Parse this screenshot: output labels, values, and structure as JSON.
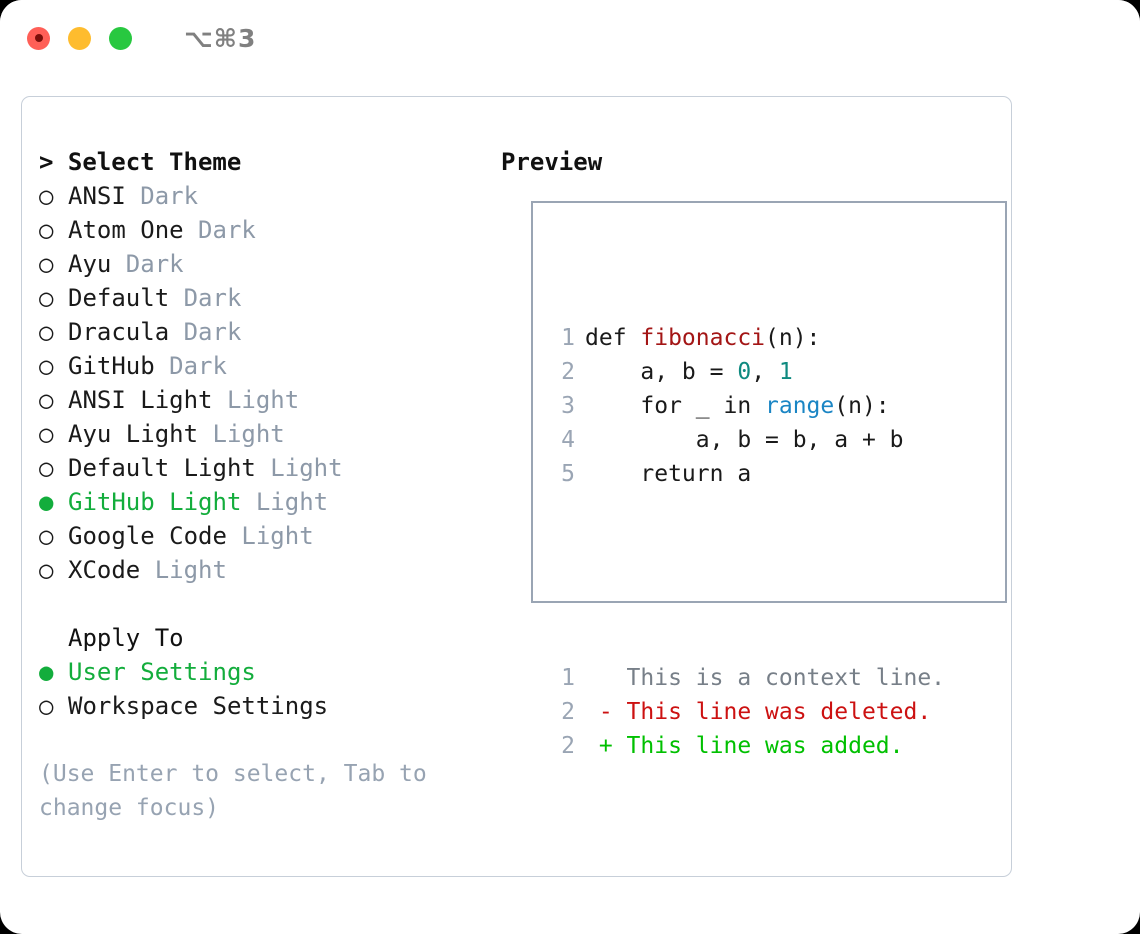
{
  "titlebar": {
    "shortcut": "⌥⌘3",
    "buttons": [
      {
        "name": "close",
        "color": "#ff5f57"
      },
      {
        "name": "minimize",
        "color": "#febc2e"
      },
      {
        "name": "zoom",
        "color": "#28c840"
      }
    ]
  },
  "theme_picker": {
    "header": "> Select Theme",
    "selected_marker": "●",
    "unselected_marker": "○",
    "accent_color": "#13ad3c",
    "tag_color": "#8d99a8",
    "items": [
      {
        "name": "ANSI",
        "tag": "Dark",
        "selected": false
      },
      {
        "name": "Atom One",
        "tag": "Dark",
        "selected": false
      },
      {
        "name": "Ayu",
        "tag": "Dark",
        "selected": false
      },
      {
        "name": "Default",
        "tag": "Dark",
        "selected": false
      },
      {
        "name": "Dracula",
        "tag": "Dark",
        "selected": false
      },
      {
        "name": "GitHub",
        "tag": "Dark",
        "selected": false
      },
      {
        "name": "ANSI Light",
        "tag": "Light",
        "selected": false
      },
      {
        "name": "Ayu Light",
        "tag": "Light",
        "selected": false
      },
      {
        "name": "Default Light",
        "tag": "Light",
        "selected": false
      },
      {
        "name": "GitHub Light",
        "tag": "Light",
        "selected": true
      },
      {
        "name": "Google Code",
        "tag": "Light",
        "selected": false
      },
      {
        "name": "XCode",
        "tag": "Light",
        "selected": false
      }
    ]
  },
  "apply_to": {
    "header": "Apply To",
    "items": [
      {
        "name": "User Settings",
        "selected": true
      },
      {
        "name": "Workspace Settings",
        "selected": false
      }
    ]
  },
  "hint": "(Use Enter to select, Tab to change focus)",
  "preview": {
    "header": "Preview",
    "code_lines": [
      {
        "num": "1",
        "tokens": [
          {
            "t": "def ",
            "c": "plain"
          },
          {
            "t": "fibonacci",
            "c": "fn"
          },
          {
            "t": "(n):",
            "c": "plain"
          }
        ]
      },
      {
        "num": "2",
        "tokens": [
          {
            "t": "    a, b = ",
            "c": "plain"
          },
          {
            "t": "0",
            "c": "num"
          },
          {
            "t": ", ",
            "c": "plain"
          },
          {
            "t": "1",
            "c": "num"
          }
        ]
      },
      {
        "num": "3",
        "tokens": [
          {
            "t": "    for _ in ",
            "c": "plain"
          },
          {
            "t": "range",
            "c": "call"
          },
          {
            "t": "(n):",
            "c": "plain"
          }
        ]
      },
      {
        "num": "4",
        "tokens": [
          {
            "t": "        a, b = b, a + b",
            "c": "plain"
          }
        ]
      },
      {
        "num": "5",
        "tokens": [
          {
            "t": "    return a",
            "c": "plain"
          }
        ]
      }
    ],
    "diff_lines": [
      {
        "num": "1",
        "sign": " ",
        "text": " This is a context line.",
        "kind": "context"
      },
      {
        "num": "2",
        "sign": "-",
        "text": " This line was deleted.",
        "kind": "deleted"
      },
      {
        "num": "2",
        "sign": "+",
        "text": " This line was added.",
        "kind": "added"
      }
    ],
    "diff_colors": {
      "context": "#777f88",
      "deleted": "#cc1111",
      "added": "#00c000"
    }
  }
}
